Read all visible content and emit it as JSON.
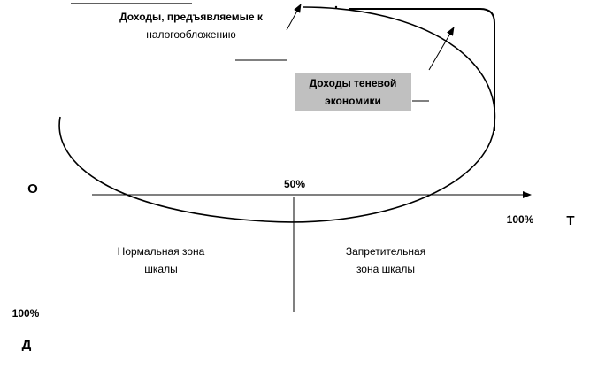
{
  "labels": {
    "taxable_income_line1": "Доходы, предъявляемые к",
    "taxable_income_line2": "налогообложению",
    "shadow_income_line1": "Доходы теневой",
    "shadow_income_line2": "экономики",
    "origin": "О",
    "fifty_percent": "50%",
    "hundred_percent_x": "100%",
    "t_axis": "Т",
    "normal_zone_line1": "Нормальная зона",
    "normal_zone_line2": "шкалы",
    "prohibitive_zone_line1": "Запретительная",
    "prohibitive_zone_line2": "зона шкалы",
    "hundred_percent_y": "100%",
    "d_axis": "Д"
  },
  "colors": {
    "shadow_box": "#c0c0c0",
    "line": "#000000"
  }
}
